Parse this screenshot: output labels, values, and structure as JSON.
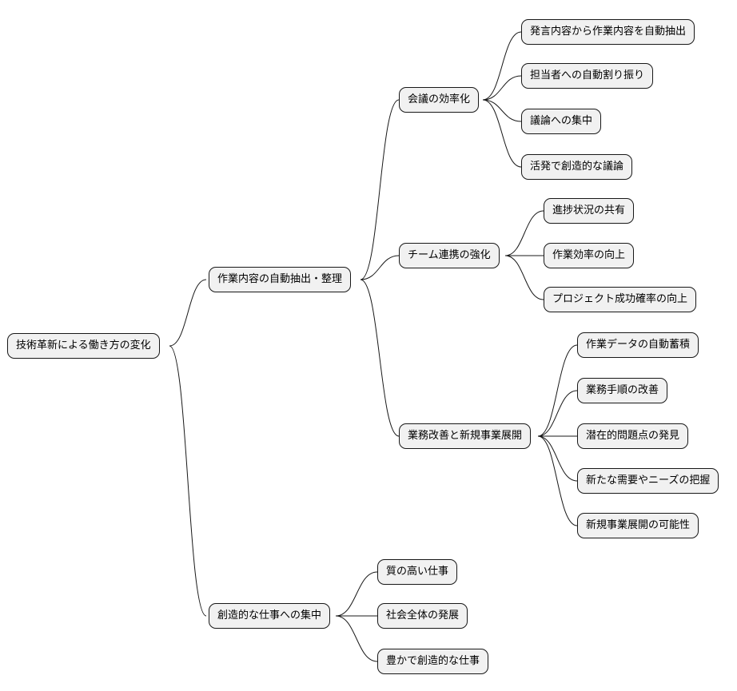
{
  "mindmap": {
    "root": "技術革新による働き方の変化",
    "branches": [
      {
        "label": "作業内容の自動抽出・整理",
        "children": [
          {
            "label": "会議の効率化",
            "children": [
              "発言内容から作業内容を自動抽出",
              "担当者への自動割り振り",
              "議論への集中",
              "活発で創造的な議論"
            ]
          },
          {
            "label": "チーム連携の強化",
            "children": [
              "進捗状況の共有",
              "作業効率の向上",
              "プロジェクト成功確率の向上"
            ]
          },
          {
            "label": "業務改善と新規事業展開",
            "children": [
              "作業データの自動蓄積",
              "業務手順の改善",
              "潜在的問題点の発見",
              "新たな需要やニーズの把握",
              "新規事業展開の可能性"
            ]
          }
        ]
      },
      {
        "label": "創造的な仕事への集中",
        "children": [
          "質の高い仕事",
          "社会全体の発展",
          "豊かで創造的な仕事"
        ]
      }
    ]
  },
  "colors": {
    "node_fill": "#f1f1f1",
    "node_border": "#181818",
    "edge": "#181818"
  }
}
